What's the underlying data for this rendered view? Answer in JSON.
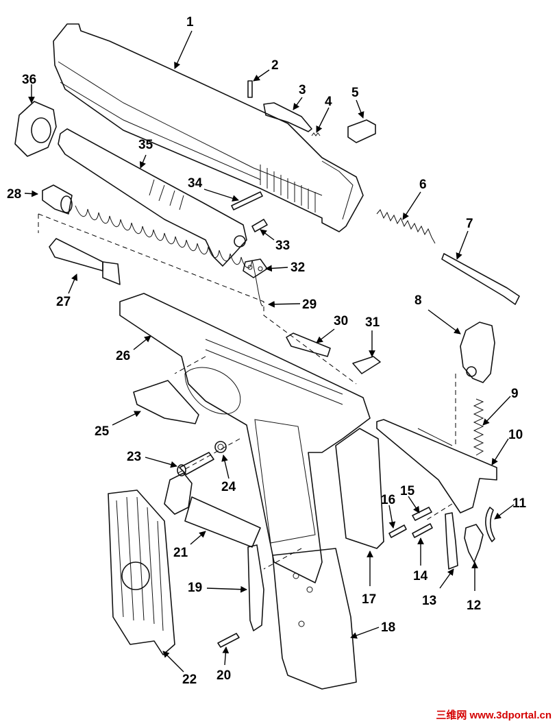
{
  "part_numbers": [
    "1",
    "2",
    "3",
    "4",
    "5",
    "6",
    "7",
    "8",
    "9",
    "10",
    "11",
    "12",
    "13",
    "14",
    "15",
    "16",
    "17",
    "18",
    "19",
    "20",
    "21",
    "22",
    "23",
    "24",
    "25",
    "26",
    "27",
    "28",
    "29",
    "30",
    "31",
    "32",
    "33",
    "34",
    "35",
    "36"
  ],
  "watermark": "三维网 www.3dportal.cn",
  "colors": {
    "line": "#111111",
    "background": "#ffffff",
    "watermark": "#d40000"
  }
}
